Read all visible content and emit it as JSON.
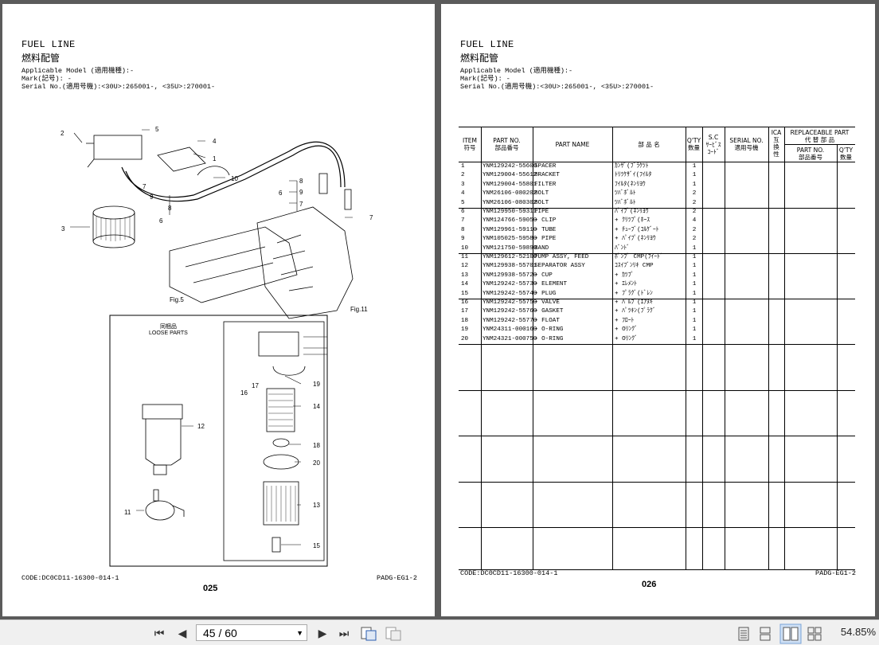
{
  "left_page": {
    "title_en": "FUEL LINE",
    "title_ja": "燃料配管",
    "header_lines": [
      "Applicable Model (適用機種):-",
      "Mark(記号): -",
      "Serial No.(適用号機):<30U>:265001-, <35U>:270001-"
    ],
    "diagram_labels": [
      "2",
      "5",
      "4",
      "1",
      "10",
      "8",
      "9",
      "7",
      "6",
      "7",
      "9",
      "8",
      "6",
      "7",
      "3",
      "Fig.5",
      "Fig.11",
      "12",
      "11",
      "16",
      "17",
      "19",
      "14",
      "18",
      "20",
      "13",
      "15"
    ],
    "loose_parts_ja": "同梱品",
    "loose_parts_en": "LOOSE PARTS",
    "footer_code": "CODE:DC0CD11-16300-014-1",
    "footer_ref": "PADG-EG1-2",
    "page_number": "025"
  },
  "right_page": {
    "title_en": "FUEL LINE",
    "title_ja": "燃料配管",
    "header_lines": [
      "Applicable Model (適用機種):-",
      "Mark(記号): -",
      "Serial No.(適用号機):<30U>:265001-, <35U>:270001-"
    ],
    "table_headers": {
      "item": "ITEM\n符号",
      "part_no": "PART NO.\n部品番号",
      "part_name": "PART NAME",
      "jp_name": "部 品 名",
      "qty": "Q'TY\n数量",
      "sc": "S.C\nｻｰﾋﾞｽ\nｺｰﾄﾞ",
      "serial": "SERIAL NO.\n適用号機",
      "ica": "ICA\n互\n換\n性",
      "replaceable": "REPLACEABLE PART\n代 替 部 品",
      "rep_part_no": "PART NO.\n部品番号",
      "rep_qty": "Q'TY\n数量"
    },
    "rows": [
      {
        "item": "1",
        "part_no": "YNM129242-55600",
        "name": "SPACER",
        "jp": "ｶﾝｻﾞ(ﾌﾞﾗｹﾂﾄ",
        "qty": "1"
      },
      {
        "item": "2",
        "part_no": "YNM129004-55612",
        "name": "BRACKET",
        "jp": "ﾄﾘﾂｹｻﾞｲ(ﾌｲﾙﾀ",
        "qty": "1"
      },
      {
        "item": "3",
        "part_no": "YNM129004-55801",
        "name": "FILTER",
        "jp": "ﾌｲﾙﾀ(ﾈﾝﾘﾖｳ",
        "qty": "1"
      },
      {
        "item": "4",
        "part_no": "YNM26106-080202",
        "name": "BOLT",
        "jp": "ﾂﾊﾞﾎﾞﾙﾄ",
        "qty": "2"
      },
      {
        "item": "5",
        "part_no": "YNM26106-080302",
        "name": "BOLT",
        "jp": "ﾂﾊﾞﾎﾞﾙﾄ",
        "qty": "2"
      },
      {
        "item": "6",
        "part_no": "YNM129950-59311",
        "name": "PIPE",
        "jp": "ﾊﾟｲﾌﾟ(ﾈﾝﾘﾖｳ",
        "qty": "2"
      },
      {
        "item": "7",
        "part_no": "YNM124766-59050",
        "name": "+ CLIP",
        "jp": "+ ｸﾘﾂﾌﾟ(ﾎｰｽ",
        "qty": "4"
      },
      {
        "item": "8",
        "part_no": "YNM129961-59110",
        "name": "+ TUBE",
        "jp": "+ ﾁｭｰﾌﾞ(ｺﾙｹﾞｰﾄ",
        "qty": "2"
      },
      {
        "item": "9",
        "part_no": "YNM105025-59580",
        "name": "+ PIPE",
        "jp": "+ ﾊﾟｲﾌﾟ(ﾈﾝﾘﾖｳ",
        "qty": "2"
      },
      {
        "item": "10",
        "part_no": "YNM121750-59890",
        "name": "BAND",
        "jp": "ﾊﾞﾝﾄﾞ",
        "qty": "1"
      },
      {
        "item": "11",
        "part_no": "YNM129612-52100",
        "name": "PUMP ASSY, FEED",
        "jp": "ﾎﾟﾝﾌﾟ CMP(ﾌｲｰﾄﾞ",
        "qty": "1"
      },
      {
        "item": "12",
        "part_no": "YNM129938-55701",
        "name": "SEPARATOR ASSY",
        "jp": "ｺｽｲﾌﾞﾝﾘｷ CMP",
        "qty": "1"
      },
      {
        "item": "13",
        "part_no": "YNM129938-55720",
        "name": "+ CUP",
        "jp": "+ ｶﾂﾌﾟ",
        "qty": "1"
      },
      {
        "item": "14",
        "part_no": "YNM129242-55730",
        "name": "+ ELEMENT",
        "jp": "+ ｴﾚﾒﾝﾄ",
        "qty": "1"
      },
      {
        "item": "15",
        "part_no": "YNM129242-55740",
        "name": "+ PLUG",
        "jp": "+ ﾌﾟﾗｸﾞ(ﾄﾞﾚﾝ",
        "qty": "1"
      },
      {
        "item": "16",
        "part_no": "YNM129242-55750",
        "name": "+ VALVE",
        "jp": "+ ﾊﾞﾙﾌﾞ(ｴｱﾇｷ",
        "qty": "1"
      },
      {
        "item": "17",
        "part_no": "YNM129242-55760",
        "name": "+ GASKET",
        "jp": "+ ﾊﾟﾂｷﾝ(ﾌﾟﾗｸﾞ",
        "qty": "1"
      },
      {
        "item": "18",
        "part_no": "YNM129242-55770",
        "name": "+ FLOAT",
        "jp": "+ ﾌﾛｰﾄ",
        "qty": "1"
      },
      {
        "item": "19",
        "part_no": "YNM24311-000160",
        "name": "+ O-RING",
        "jp": "+ Oﾘﾝｸﾞ",
        "qty": "1"
      },
      {
        "item": "20",
        "part_no": "YNM24321-000750",
        "name": "+ O-RING",
        "jp": "+ Oﾘﾝｸﾞ",
        "qty": "1"
      }
    ],
    "footer_code": "CODE:DC0CD11-16300-014-1",
    "footer_ref": "PADG-EG1-2",
    "page_number": "026"
  },
  "toolbar": {
    "first_icon": "⏮",
    "prev_icon": "◀",
    "page_indicator": "45 / 60",
    "next_icon": "▶",
    "last_icon": "⏭",
    "zoom": "54.85%"
  }
}
